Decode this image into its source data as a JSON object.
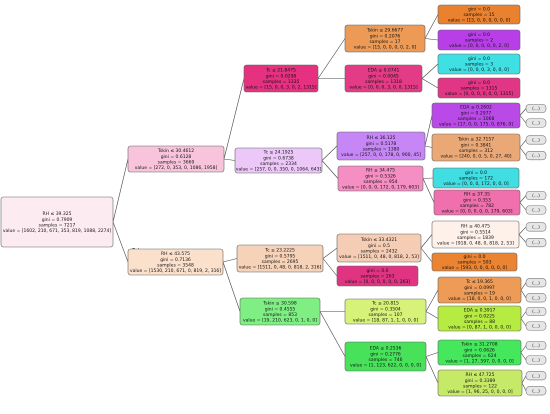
{
  "tree": {
    "edge_labels": {
      "true": "True",
      "false": "False"
    },
    "nodes": [
      {
        "id": "root",
        "color": "#fdebf2",
        "lines": [
          "RH ≤ 39.325",
          "gini = 0.7909",
          "samples = 7217",
          "value = [1602, 210, 671, 353, 819, 1088, 2274]"
        ]
      },
      {
        "id": "n1",
        "color": "#f8c4dc",
        "lines": [
          "Tskin ≤ 30.4612",
          "gini = 0.6128",
          "samples = 3669",
          "value = [272, 0, 353, 0, 1086, 1958]"
        ]
      },
      {
        "id": "n2",
        "color": "#fbe0cc",
        "lines": [
          "RH ≤ 43.575",
          "gini = 0.7136",
          "samples = 3548",
          "value = [1530, 210, 671, 0, 819, 2, 316]"
        ]
      },
      {
        "id": "n3",
        "color": "#e5317f",
        "lines": [
          "Tc ≤ 21.8475",
          "gini = 0.0298",
          "samples = 1335",
          "value = [15, 0, 0, 3, 0, 2, 1315]"
        ]
      },
      {
        "id": "n4",
        "color": "#ecc8f8",
        "lines": [
          "Tc ≤ 24.1925",
          "gini = 0.6738",
          "samples = 2334",
          "value = [257, 0, 0, 350, 0, 1064, 643]"
        ]
      },
      {
        "id": "n5",
        "color": "#f6d2b8",
        "lines": [
          "Tc ≤ 23.2225",
          "gini = 0.5795",
          "samples = 2695",
          "value = [1511, 0, 48, 0, 818, 2, 316]"
        ]
      },
      {
        "id": "n6",
        "color": "#7fef84",
        "lines": [
          "Tskin ≤ 30.598",
          "gini = 0.4555",
          "samples = 853",
          "value = [19, 210, 623, 0, 1, 0, 0]"
        ]
      },
      {
        "id": "n7",
        "color": "#ec9a55",
        "lines": [
          "Tskin ≤ 29.6677",
          "gini = 0.2076",
          "samples = 17",
          "value = [15, 0, 0, 0, 0, 2, 0]"
        ]
      },
      {
        "id": "n8",
        "color": "#e33b85",
        "lines": [
          "EDA ≤ 0.0741",
          "gini = 0.0045",
          "samples = 1318",
          "value = [0, 0, 0, 3, 0, 0, 1315]"
        ]
      },
      {
        "id": "n9",
        "color": "#c786f5",
        "lines": [
          "RH ≤ 36.125",
          "gini = 0.5178",
          "samples = 1380",
          "value = [257, 0, 0, 178, 0, 900, 45]"
        ]
      },
      {
        "id": "n10",
        "color": "#f58ec2",
        "lines": [
          "RH ≤ 34.475",
          "gini = 0.5326",
          "samples = 954",
          "value = [0, 0, 0, 172, 0, 179, 603]"
        ]
      },
      {
        "id": "n11",
        "color": "#f5cdb4",
        "lines": [
          "Tskin ≤ 33.4321",
          "gini = 0.5",
          "samples = 2432",
          "value = [1511, 0, 48, 0, 818, 2, 53]"
        ]
      },
      {
        "id": "n12",
        "color": "#e03483",
        "lines": [
          "gini = 0.0",
          "samples = 263",
          "value = [0, 0, 0, 0, 0, 0, 263]"
        ]
      },
      {
        "id": "n13",
        "color": "#d7f278",
        "lines": [
          "Tc ≤ 20.815",
          "gini = 0.3504",
          "samples = 107",
          "value = [18, 87, 1, 1, 0, 0, 0]"
        ]
      },
      {
        "id": "n14",
        "color": "#47e15a",
        "lines": [
          "EDA ≤ 0.2536",
          "gini = 0.2776",
          "samples = 746",
          "value = [1, 123, 622, 0, 0, 0, 0]"
        ]
      },
      {
        "id": "n15",
        "color": "#e9812f",
        "lines": [
          "gini = 0.0",
          "samples = 15",
          "value = [15, 0, 0, 0, 0, 0, 0]"
        ]
      },
      {
        "id": "n16",
        "color": "#b83ee8",
        "lines": [
          "gini = 0.0",
          "samples = 2",
          "value = [0, 0, 0, 0, 0, 2, 0]"
        ]
      },
      {
        "id": "n17",
        "color": "#3ee0e3",
        "lines": [
          "gini = 0.0",
          "samples = 3",
          "value = [0, 0, 0, 3, 0, 0, 0]"
        ]
      },
      {
        "id": "n18",
        "color": "#e13685",
        "lines": [
          "gini = 0.0",
          "samples = 1315",
          "value = [0, 0, 0, 0, 0, 0, 1315]"
        ]
      },
      {
        "id": "n19",
        "color": "#b94ae8",
        "lines": [
          "EDA ≤ 0.2602",
          "gini = 0.2977",
          "samples = 1068",
          "value = [17, 0, 0, 175, 0, 876, 0]"
        ]
      },
      {
        "id": "n20",
        "color": "#eba877",
        "lines": [
          "Tskin ≤ 32.7157",
          "gini = 0.3841",
          "samples = 312",
          "value = [240, 0, 0, 5, 0, 27, 40]"
        ]
      },
      {
        "id": "n21",
        "color": "#40dde2",
        "lines": [
          "gini = 0.0",
          "samples = 172",
          "value = [0, 0, 0, 172, 0, 0, 0]"
        ]
      },
      {
        "id": "n22",
        "color": "#ef70ad",
        "lines": [
          "RH ≤ 37.35",
          "gini = 0.353",
          "samples = 782",
          "value = [0, 0, 0, 0, 0, 179, 603]"
        ]
      },
      {
        "id": "n23",
        "color": "#fdf1ea",
        "lines": [
          "RH ≤ 40.475",
          "gini = 0.5514",
          "samples = 1839",
          "value = [918, 0, 48, 0, 818, 2, 53]"
        ]
      },
      {
        "id": "n24",
        "color": "#ea8332",
        "lines": [
          "gini = 0.0",
          "samples = 593",
          "value = [593, 0, 0, 0, 0, 0, 0]"
        ]
      },
      {
        "id": "n25",
        "color": "#ed9b56",
        "lines": [
          "Tc ≤ 19.365",
          "gini = 0.0997",
          "samples = 19",
          "value = [18, 0, 0, 1, 0, 0, 0]"
        ]
      },
      {
        "id": "n26",
        "color": "#b6eb42",
        "lines": [
          "EDA ≤ 0.3917",
          "gini = 0.0225",
          "samples = 88",
          "value = [0, 87, 1, 0, 0, 0, 0]"
        ]
      },
      {
        "id": "n27",
        "color": "#45e85c",
        "lines": [
          "Tskin ≤ 31.2708",
          "gini = 0.0626",
          "samples = 624",
          "value = [1, 27, 597, 0, 0, 0, 0]"
        ]
      },
      {
        "id": "n28",
        "color": "#c6ea68",
        "lines": [
          "RH ≤ 47.725",
          "gini = 0.3389",
          "samples = 122",
          "value = [1, 96, 25, 0, 0, 0, 0]"
        ]
      }
    ],
    "edges": [
      [
        "root",
        "n1"
      ],
      [
        "root",
        "n2"
      ],
      [
        "n1",
        "n3"
      ],
      [
        "n1",
        "n4"
      ],
      [
        "n2",
        "n5"
      ],
      [
        "n2",
        "n6"
      ],
      [
        "n3",
        "n7"
      ],
      [
        "n3",
        "n8"
      ],
      [
        "n4",
        "n9"
      ],
      [
        "n4",
        "n10"
      ],
      [
        "n5",
        "n11"
      ],
      [
        "n5",
        "n12"
      ],
      [
        "n6",
        "n13"
      ],
      [
        "n6",
        "n14"
      ],
      [
        "n7",
        "n15"
      ],
      [
        "n7",
        "n16"
      ],
      [
        "n8",
        "n17"
      ],
      [
        "n8",
        "n18"
      ],
      [
        "n9",
        "n19"
      ],
      [
        "n9",
        "n20"
      ],
      [
        "n10",
        "n21"
      ],
      [
        "n10",
        "n22"
      ],
      [
        "n11",
        "n23"
      ],
      [
        "n11",
        "n24"
      ],
      [
        "n13",
        "n25"
      ],
      [
        "n13",
        "n26"
      ],
      [
        "n14",
        "n27"
      ],
      [
        "n14",
        "n28"
      ]
    ],
    "truncated_label": "(...)",
    "truncated": [
      [
        "n19",
        "a"
      ],
      [
        "n19",
        "b"
      ],
      [
        "n20",
        "a"
      ],
      [
        "n20",
        "b"
      ],
      [
        "n22",
        "a"
      ],
      [
        "n22",
        "b"
      ],
      [
        "n23",
        "a"
      ],
      [
        "n23",
        "b"
      ],
      [
        "n25",
        "a"
      ],
      [
        "n25",
        "b"
      ],
      [
        "n26",
        "a"
      ],
      [
        "n26",
        "b"
      ],
      [
        "n27",
        "a"
      ],
      [
        "n27",
        "b"
      ],
      [
        "n28",
        "a"
      ],
      [
        "n28",
        "b"
      ]
    ]
  }
}
